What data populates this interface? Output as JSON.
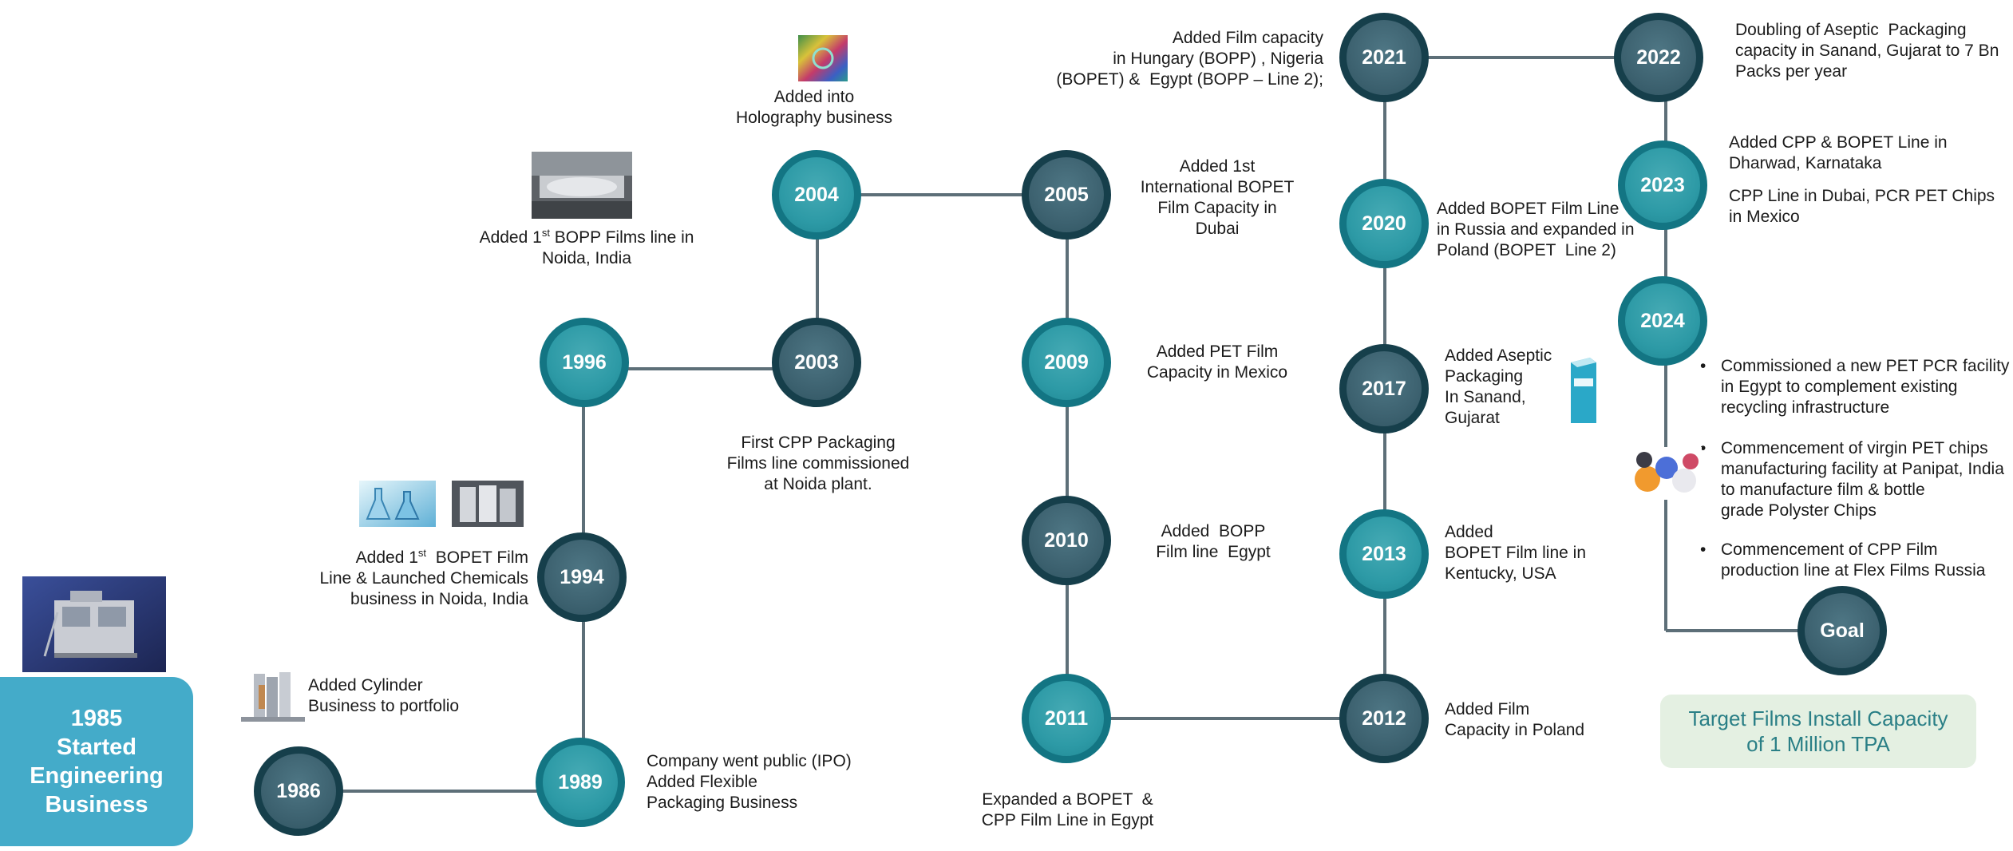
{
  "start": {
    "lines": [
      "1985",
      "Started",
      "Engineering",
      "Business"
    ]
  },
  "nodes": {
    "n1986": "1986",
    "n1989": "1989",
    "n1994": "1994",
    "n1996": "1996",
    "n2003": "2003",
    "n2004": "2004",
    "n2005": "2005",
    "n2009": "2009",
    "n2010": "2010",
    "n2011": "2011",
    "n2012": "2012",
    "n2013": "2013",
    "n2017": "2017",
    "n2020": "2020",
    "n2021": "2021",
    "n2022": "2022",
    "n2023": "2023",
    "n2024": "2024",
    "goal": "Goal"
  },
  "labels": {
    "l1986": [
      "Added Cylinder",
      "Business to portfolio"
    ],
    "l1989": [
      "Company went public (IPO)",
      "Added Flexible",
      "Packaging Business"
    ],
    "l1994": {
      "line1_pre": "Added 1",
      "line1_sup": "st",
      "line1_post": "  BOPET Film",
      "rest": [
        "Line & Launched Chemicals",
        "business in Noida, India"
      ]
    },
    "l1996": {
      "line1_pre": "Added 1",
      "line1_sup": "st",
      "line1_post": " BOPP Films line in",
      "rest": [
        "Noida, India"
      ]
    },
    "l2003": [
      "First CPP Packaging",
      "Films line commissioned",
      "at Noida plant."
    ],
    "l2004": [
      "Added into",
      "Holography business"
    ],
    "l2005": [
      "Added 1st",
      "International BOPET",
      "Film Capacity in",
      "Dubai"
    ],
    "l2009": [
      "Added PET Film",
      "Capacity in Mexico"
    ],
    "l2010": [
      "Added  BOPP",
      "Film line  Egypt"
    ],
    "l2011": [
      "Expanded a BOPET  &",
      "CPP Film Line in Egypt"
    ],
    "l2012": [
      "Added Film",
      "Capacity in Poland"
    ],
    "l2013": [
      "Added",
      "BOPET Film line in",
      "Kentucky, USA"
    ],
    "l2017": [
      "Added Aseptic",
      "Packaging",
      "In Sanand,",
      "Gujarat"
    ],
    "l2020": [
      "Added BOPET Film Line",
      "in Russia and expanded in",
      "Poland (BOPET  Line 2)"
    ],
    "l2021": [
      "Added Film capacity",
      "in Hungary (BOPP) , Nigeria",
      "(BOPET) &  Egypt (BOPP – Line 2);"
    ],
    "l2022": [
      "Doubling of Aseptic  Packaging",
      "capacity in Sanand, Gujarat to 7 Bn",
      "Packs per year"
    ],
    "l2023a": [
      "Added CPP & BOPET Line in",
      "Dharwad, Karnataka"
    ],
    "l2023b": [
      "CPP Line in Dubai, PCR PET Chips",
      "in Mexico"
    ],
    "l2024": [
      [
        "Commissioned a new PET PCR facility",
        "in Egypt to complement existing",
        "recycling infrastructure"
      ],
      [
        "Commencement of virgin PET chips",
        "manufacturing facility at Panipat, India",
        "to manufacture film & bottle",
        "grade Polyster Chips"
      ],
      [
        "Commencement of CPP Film",
        "production line at Flex Films Russia"
      ]
    ]
  },
  "target": [
    "Target Films Install Capacity",
    "of 1 Million TPA"
  ],
  "colors": {
    "teal_node": "#2d9aa6",
    "dark_node": "#3d6270",
    "line": "#5d6f78",
    "start_box": "#44abc9",
    "target_box": "#e4f0e2",
    "target_text": "#2a7f86"
  },
  "images": [
    "packaging-machine-photo",
    "cylinder-rolls-photo",
    "chemicals-lab-photo",
    "film-rolls-photo",
    "factory-line-photo",
    "hologram-photo",
    "aseptic-carton-photo",
    "pet-chips-photo"
  ]
}
